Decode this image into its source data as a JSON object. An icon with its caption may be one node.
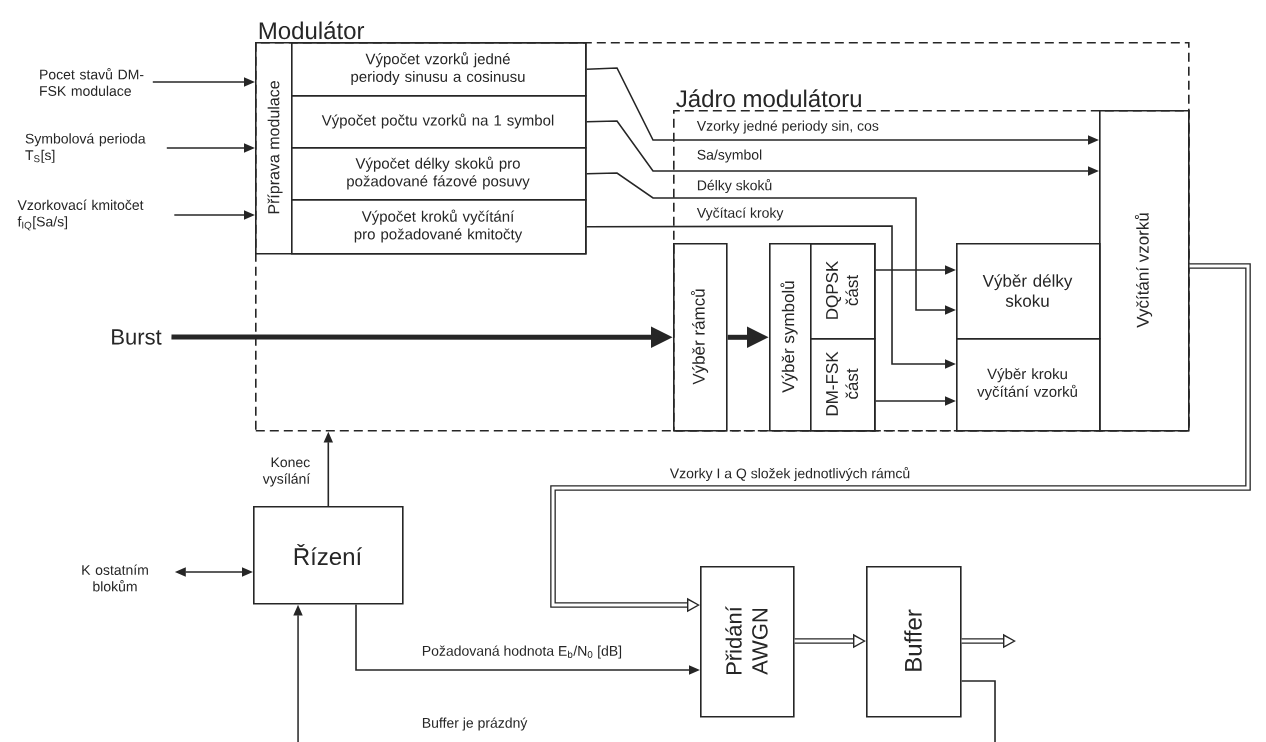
{
  "diagram": {
    "nodes": [
      {
        "text": [
          "Modulátor"
        ]
      },
      {
        "text": [
          "Příprava modulace"
        ],
        "in": 0
      },
      {
        "text": [
          "Výpočet vzorků jedné periody sinusu a cosinusu"
        ],
        "in": 1
      },
      {
        "text": [
          "Výpočet počtu vzorků na 1 symbol"
        ],
        "in": 1
      },
      {
        "text": [
          "Výpočet délky skoků pro požadované fázové posuvy"
        ],
        "in": 1
      },
      {
        "text": [
          "Výpočet kroků vyčítání pro požadované kmitočty"
        ],
        "in": 1
      },
      {
        "text": [
          "Jádro modulátoru"
        ],
        "in": 0
      },
      {
        "text": [
          "Výběr rámců"
        ],
        "in": 6
      },
      {
        "text": [
          "Výběr symbolů"
        ],
        "in": 6
      },
      {
        "text": [
          "DQPSK část"
        ],
        "in": 8
      },
      {
        "text": [
          "DM-FSK část"
        ],
        "in": 8
      },
      {
        "text": [
          "Výběr délky skoku"
        ],
        "in": 6
      },
      {
        "text": [
          "Výběr kroku vyčítání vzorků"
        ],
        "in": 6
      },
      {
        "text": [
          "Vyčítání vzorků"
        ],
        "in": 6
      },
      {
        "text": [
          "Řízení"
        ]
      },
      {
        "text": [
          "Přidání AWGN"
        ]
      },
      {
        "text": [
          "Buffer"
        ]
      },
      {
        "text": [
          "Pocet stavů DM-FSK modulace"
        ]
      },
      {
        "text": [
          "Symbolová perioda T$_{S}$[s]"
        ]
      },
      {
        "text": [
          "Vzorkovací kmitočet f$_{IQ}$[Sa/s]"
        ]
      },
      {
        "text": [
          "Burst"
        ]
      },
      {
        "text": [
          "K ostatním blokům"
        ]
      }
    ],
    "edges": [
      {
        "from": 17,
        "to": 1,
        "arrow": "to"
      },
      {
        "from": 18,
        "to": 1,
        "arrow": "to"
      },
      {
        "from": 19,
        "to": 1,
        "arrow": "to"
      },
      {
        "from": 2,
        "to": 13,
        "arrow": "to",
        "label": "Vzorky jedné periody sin, cos"
      },
      {
        "from": 3,
        "to": 13,
        "arrow": "to",
        "label": "Sa/symbol"
      },
      {
        "from": 4,
        "to": 11,
        "arrow": "to",
        "label": "Délky skoků"
      },
      {
        "from": 5,
        "to": 12,
        "arrow": "to",
        "label": "Vyčítací kroky"
      },
      {
        "from": 20,
        "to": 7,
        "arrow": "to",
        "style": "thick"
      },
      {
        "from": 7,
        "to": 8,
        "arrow": "to",
        "style": "thick"
      },
      {
        "from": 9,
        "to": 11,
        "arrow": "to"
      },
      {
        "from": 10,
        "to": 12,
        "arrow": "to"
      },
      {
        "from": 13,
        "to": 15,
        "arrow": "to",
        "style": "thick",
        "label": "Vzorky I a Q složek jednotlivých rámců"
      },
      {
        "from": 15,
        "to": 16,
        "arrow": "to",
        "style": "thick"
      },
      {
        "from": 16,
        "to": null,
        "arrow": "to",
        "style": "thick"
      },
      {
        "from": 14,
        "to": 0,
        "arrow": "to",
        "label": "Konec vysílání"
      },
      {
        "from": 21,
        "to": 14,
        "arrow": "both"
      },
      {
        "from": 14,
        "to": 15,
        "arrow": "to",
        "label": "Požadovaná hodnota E$_{b}$/N$_{0}$ [dB]"
      },
      {
        "from": 16,
        "to": 14,
        "arrow": "to",
        "label": "Buffer je prázdný"
      }
    ]
  }
}
